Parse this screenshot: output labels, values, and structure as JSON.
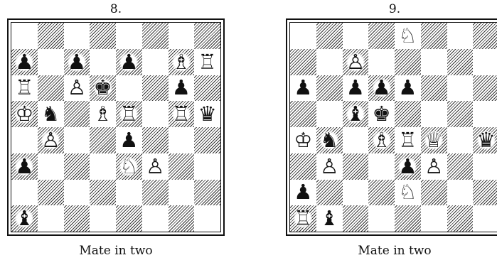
{
  "puzzles": [
    {
      "number": "8.",
      "caption": "Mate in two",
      "board": [
        [
          "",
          "",
          "",
          "",
          "",
          "",
          "",
          ""
        ],
        [
          "♟",
          "",
          "♟",
          "",
          "♟",
          "",
          "♗",
          "♖"
        ],
        [
          "♖",
          "",
          "♙",
          "♚",
          "",
          "",
          "♟",
          ""
        ],
        [
          "♔",
          "♞",
          "",
          "♗",
          "♖",
          "",
          "♖",
          "♛"
        ],
        [
          "",
          "♙",
          "",
          "",
          "♟",
          "",
          "",
          ""
        ],
        [
          "♟",
          "",
          "",
          "",
          "♘",
          "♙",
          "",
          ""
        ],
        [
          "",
          "",
          "",
          "",
          "",
          "",
          "",
          ""
        ],
        [
          "♝",
          "",
          "",
          "",
          "",
          "",
          "",
          ""
        ]
      ]
    },
    {
      "number": "9.",
      "caption": "Mate in two",
      "board": [
        [
          "",
          "",
          "",
          "",
          "♘",
          "",
          "",
          ""
        ],
        [
          "",
          "",
          "♙",
          "",
          "",
          "",
          "",
          ""
        ],
        [
          "♟",
          "",
          "♟",
          "♟",
          "♟",
          "",
          "",
          ""
        ],
        [
          "",
          "",
          "♝",
          "♚",
          "",
          "",
          "",
          ""
        ],
        [
          "♔",
          "♞",
          "",
          "♗",
          "♖",
          "♕",
          "",
          "♛"
        ],
        [
          "",
          "♙",
          "",
          "",
          "♟",
          "♙",
          "",
          ""
        ],
        [
          "♟",
          "",
          "",
          "",
          "♘",
          "",
          "",
          ""
        ],
        [
          "♖",
          "♝",
          "",
          "",
          "",
          "",
          "",
          ""
        ]
      ]
    }
  ]
}
